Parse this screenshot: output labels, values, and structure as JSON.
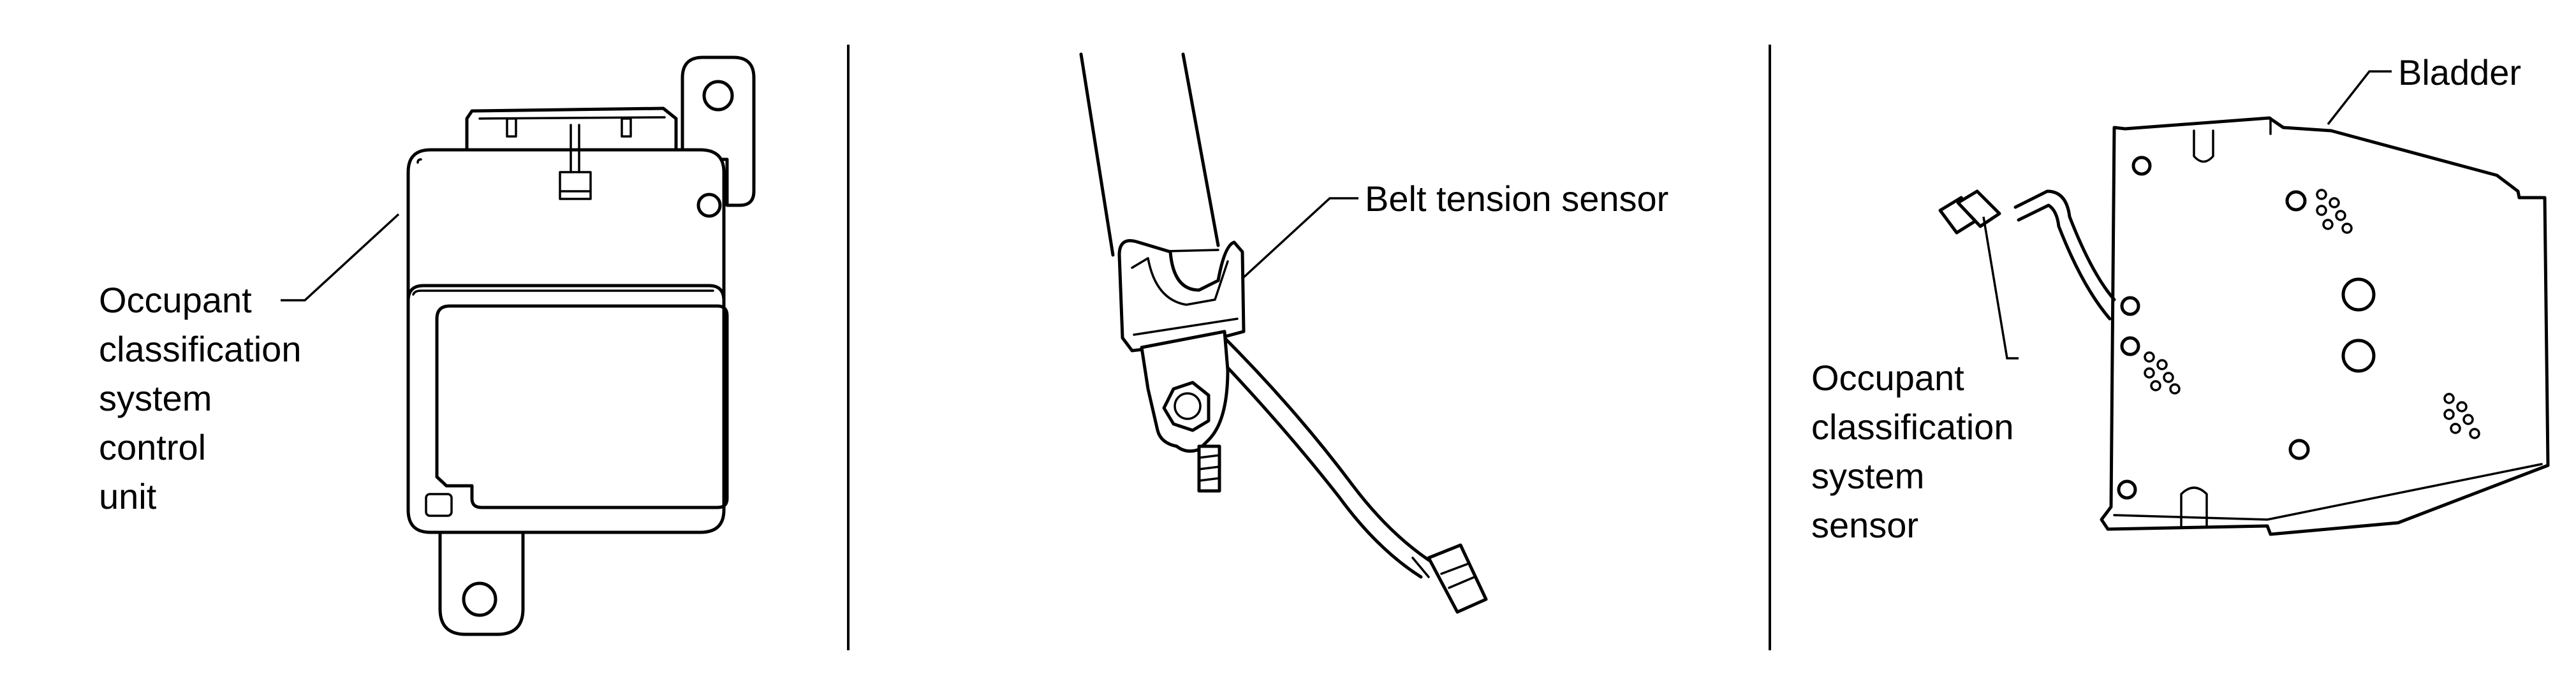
{
  "panels": [
    {
      "id": "control-unit",
      "label_lines": [
        "Occupant",
        "classification",
        "system",
        "control",
        "unit"
      ]
    },
    {
      "id": "belt-sensor",
      "label_lines": [
        "Belt tension sensor"
      ]
    },
    {
      "id": "seat-sensor",
      "label_lines": [
        "Occupant",
        "classification",
        "system",
        "sensor"
      ],
      "bladder_label": "Bladder"
    }
  ]
}
